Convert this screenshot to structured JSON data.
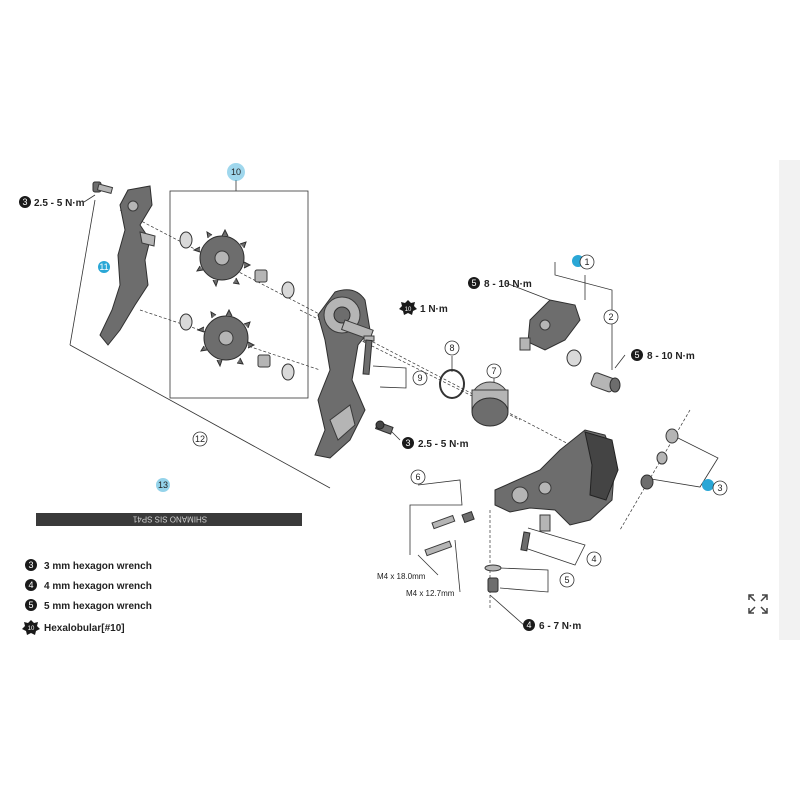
{
  "torque_labels": {
    "t1": "2.5 - 5 N·m",
    "t2": "1 N·m",
    "t3": "8 - 10 N·m",
    "t4": "8 - 10 N·m",
    "t5": "2.5 - 5 N·m",
    "t6": "6 - 7 N·m"
  },
  "tool_badges": {
    "t1": "3",
    "t2": "10",
    "t3": "5",
    "t4": "5",
    "t5": "3",
    "t6": "4"
  },
  "part_numbers": {
    "p1": "1",
    "p2": "2",
    "p3": "3",
    "p4": "4",
    "p5": "5",
    "p6": "6",
    "p7": "7",
    "p8": "8",
    "p9": "9",
    "p10": "10",
    "p11": "11",
    "p12": "12",
    "p13": "13"
  },
  "screw_sizes": {
    "a": "M4 x 18.0mm",
    "b": "M4 x 12.7mm"
  },
  "cable_text": "SHIMANO SIS SP41",
  "legend": [
    {
      "badge": "3",
      "text": "3 mm hexagon wrench"
    },
    {
      "badge": "4",
      "text": "4 mm hexagon wrench"
    },
    {
      "badge": "5",
      "text": "5 mm hexagon wrench"
    },
    {
      "badge": "10",
      "text": "Hexalobular[#10]"
    }
  ],
  "colors": {
    "highlight": "#2aa7d6",
    "badge": "#1a1a1a"
  }
}
